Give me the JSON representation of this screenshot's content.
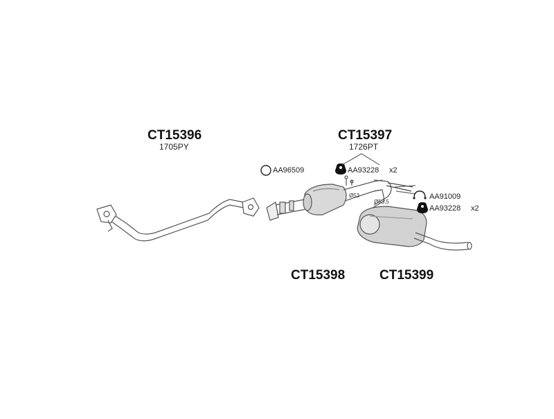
{
  "parts": {
    "p1": {
      "code": "CT15396",
      "ref": "1705PY"
    },
    "p2": {
      "code": "CT15397",
      "ref": "1726PT"
    },
    "p3": {
      "code": "CT15398"
    },
    "p4": {
      "code": "CT15399"
    }
  },
  "accessories": {
    "ring": {
      "code": "AA96509"
    },
    "hanger_top": {
      "code": "AA93228",
      "qty": "x2"
    },
    "clamp": {
      "code": "AA91009"
    },
    "hanger_right": {
      "code": "AA93228",
      "qty": "x2"
    }
  },
  "diameters": {
    "d1": "Ø53",
    "d2": "Ø53,5"
  }
}
